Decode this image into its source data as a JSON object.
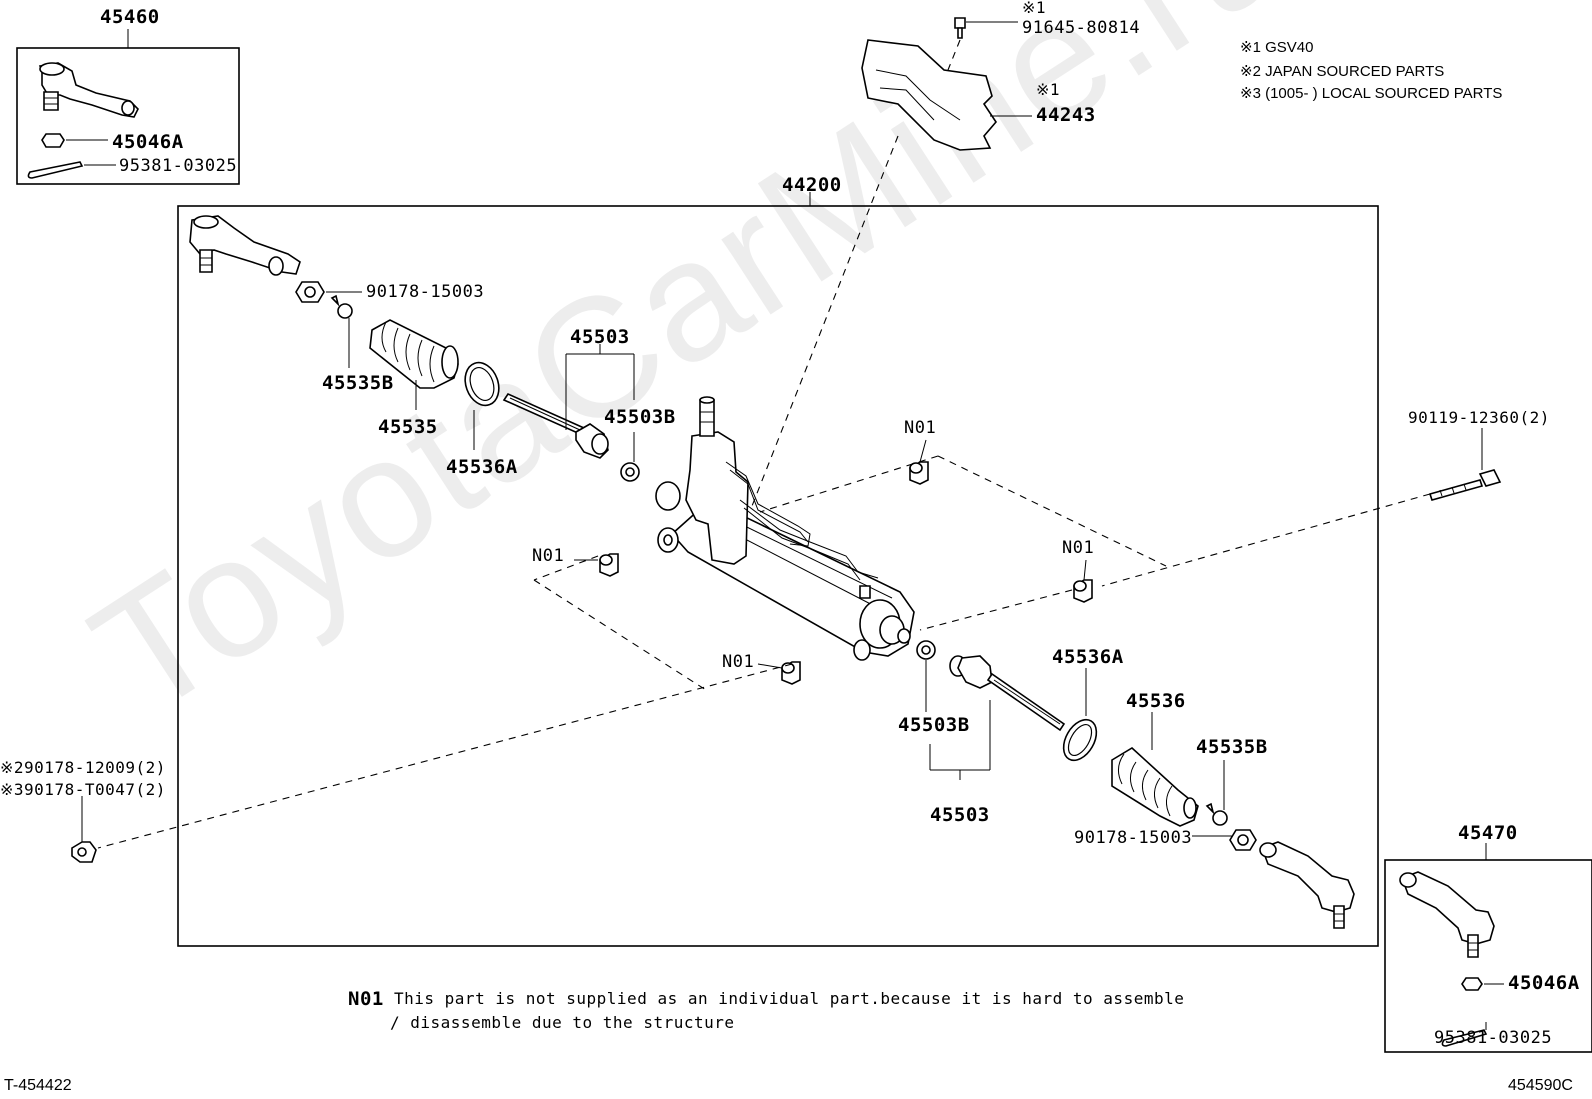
{
  "watermark": "ToyotaCarMine.ru",
  "notes": {
    "n1": "※1  GSV40",
    "n2": "※2 JAPAN SOURCED PARTS",
    "n3": "※3 (1005-     ) LOCAL SOURCED PARTS"
  },
  "footnote": {
    "code": "N01",
    "line1": "This part is not supplied as an individual part.because it is hard to assemble",
    "line2": "/ disassemble due to the structure"
  },
  "footer": {
    "left": "T-454422",
    "right": "454590C"
  },
  "labels": {
    "box_left_title": "45460",
    "box_left_nut": "45046A",
    "box_left_pin": "95381-03025",
    "box_right_title": "45470",
    "box_right_nut": "45046A",
    "box_right_pin": "95381-03025",
    "main_assembly": "44200",
    "bolt_top_mark": "※1",
    "bolt_top": "91645-80814",
    "cover_mark": "※1",
    "cover": "44243",
    "nut_left_top": "90178-15003",
    "clamp_left": "45535B",
    "boot_left": "45535",
    "ring_left": "45536A",
    "rod_left_group": "45503",
    "washer_left": "45503B",
    "n01_top": "N01",
    "n01_left": "N01",
    "n01_right": "N01",
    "n01_bottom": "N01",
    "bolt_right": "90119-12360(2)",
    "nut_far_left_a": "※290178-12009(2)",
    "nut_far_left_b": "※390178-T0047(2)",
    "washer_right": "45503B",
    "rod_right_group": "45503",
    "ring_right": "45536A",
    "boot_right": "45536",
    "clamp_right": "45535B",
    "nut_right_bottom": "90178-15003"
  }
}
